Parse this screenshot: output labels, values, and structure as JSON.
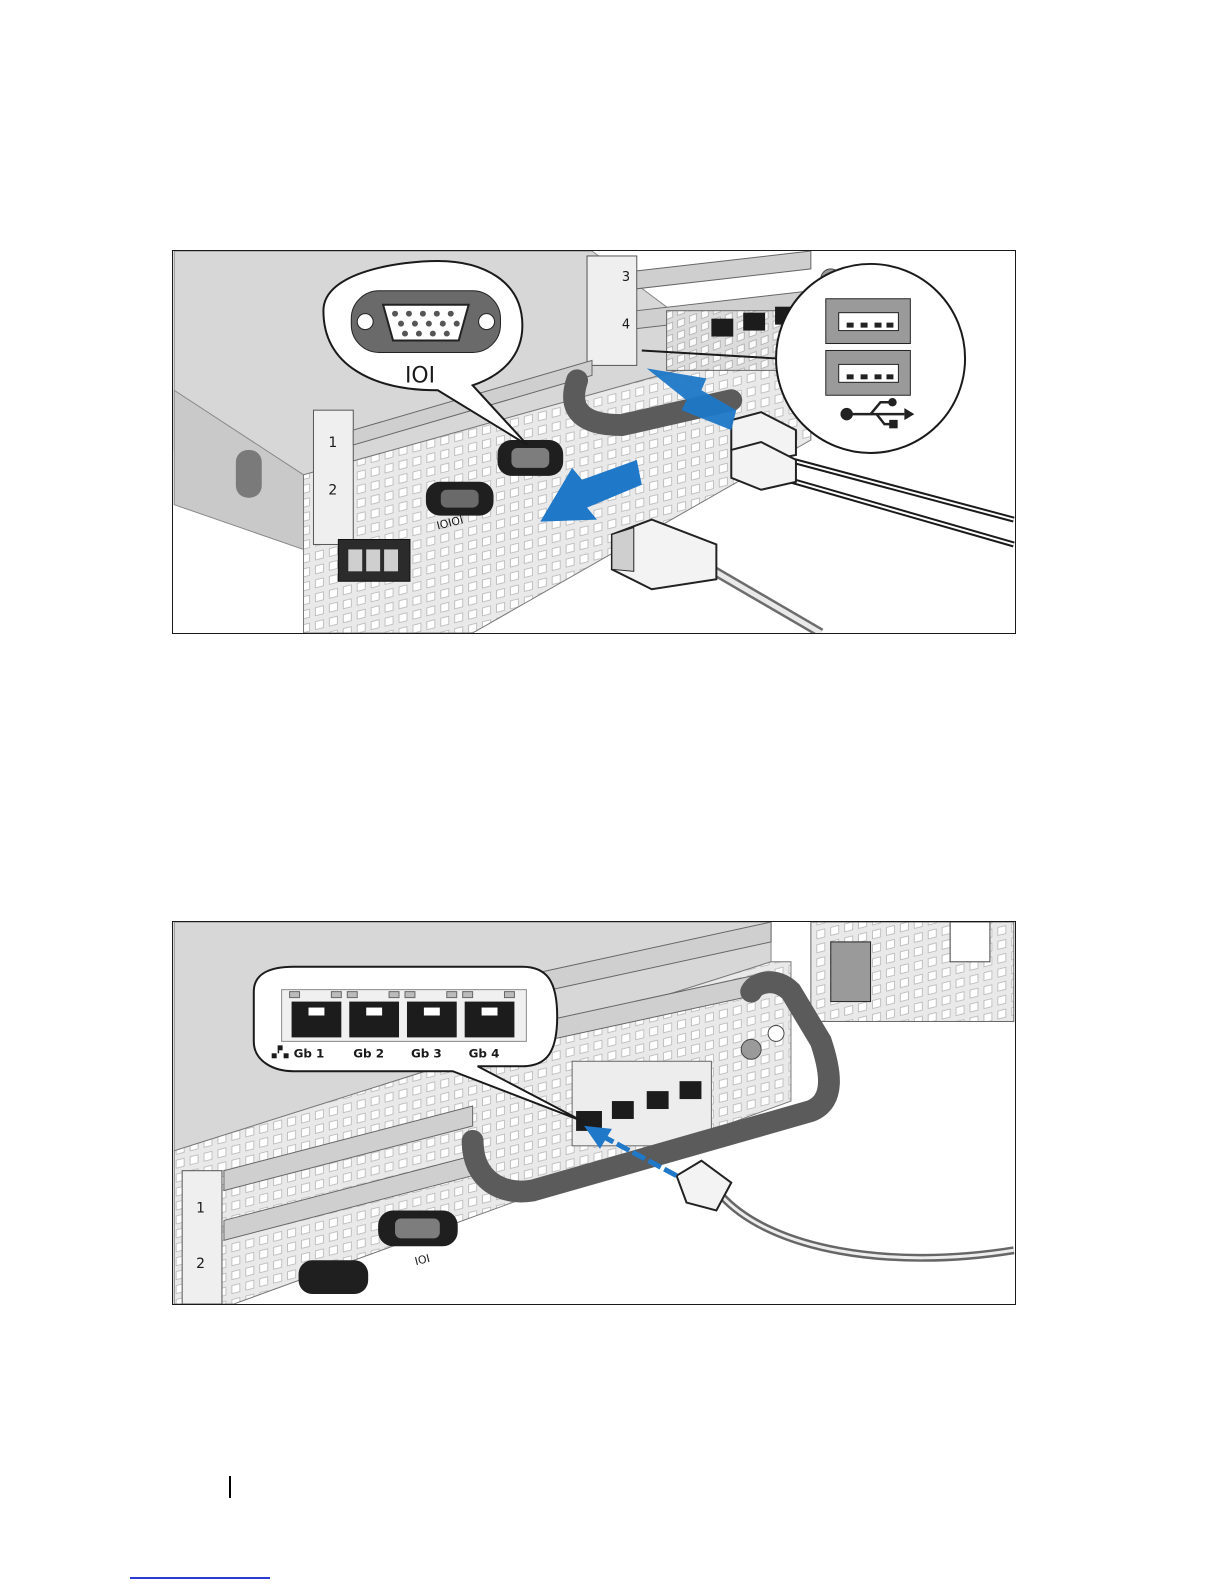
{
  "figure1": {
    "vga_symbol": "IOI",
    "serial_symbol": "IOIOI",
    "slot_numbers": [
      "1",
      "2",
      "3",
      "4"
    ],
    "icons": [
      "vga-port-callout",
      "usb-port-callout",
      "usb-icon",
      "blue-arrow-icon"
    ],
    "accent_color": "#1f78c8"
  },
  "figure2": {
    "nic_labels": [
      "Gb 1",
      "Gb 2",
      "Gb 3",
      "Gb 4"
    ],
    "vga_symbol": "IOI",
    "slot_numbers": [
      "1",
      "2"
    ],
    "icons": [
      "network-icon",
      "rj45-callout",
      "ethernet-cable",
      "blue-arrow-icon"
    ],
    "accent_color": "#1f78c8"
  }
}
